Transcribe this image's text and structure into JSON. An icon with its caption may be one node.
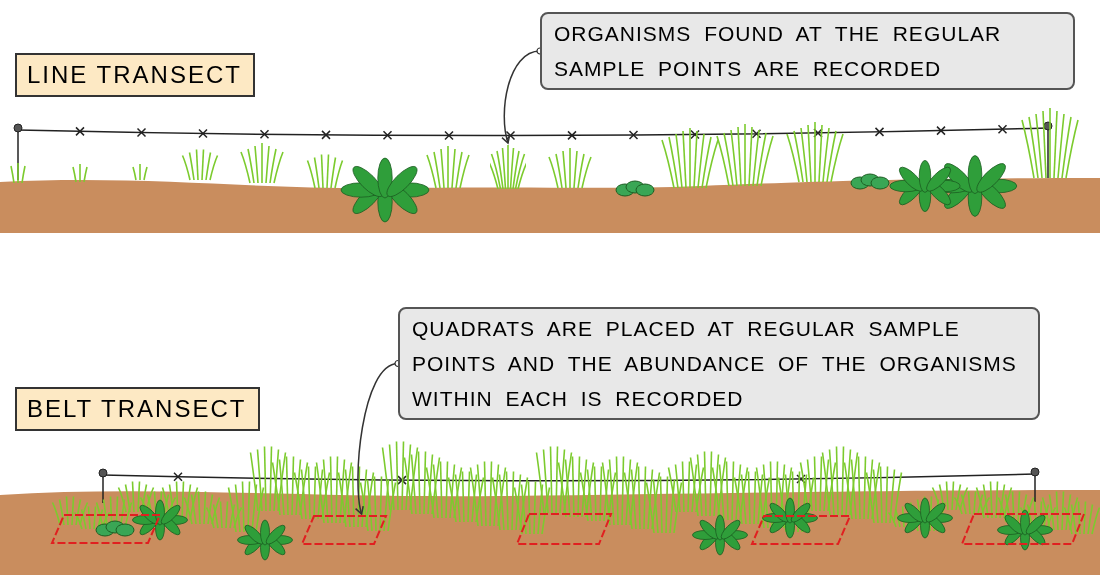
{
  "diagram": {
    "nodes": [
      {
        "text": [
          "LINE TRANSECT"
        ]
      },
      {
        "text": [
          "ORGANISMS FOUND AT THE REGULAR SAMPLE POINTS ARE RECORDED"
        ]
      },
      {
        "text": [],
        "shape": "picture"
      },
      {
        "text": [
          "BELT TRANSECT"
        ]
      },
      {
        "text": [
          "QUADRATS ARE PLACED AT REGULAR SAMPLE POINTS AND THE ABUNDANCE OF THE ORGANISMS WITHIN EACH IS RECORDED"
        ]
      },
      {
        "text": [],
        "shape": "box"
      },
      {
        "text": [],
        "shape": "box"
      },
      {
        "text": [],
        "shape": "box"
      },
      {
        "text": [],
        "shape": "box"
      },
      {
        "text": [],
        "shape": "box"
      }
    ],
    "edges": [
      {
        "from": 1,
        "to": 2,
        "arrow": "to"
      },
      {
        "from": 4,
        "to": 6,
        "arrow": "to"
      }
    ]
  }
}
